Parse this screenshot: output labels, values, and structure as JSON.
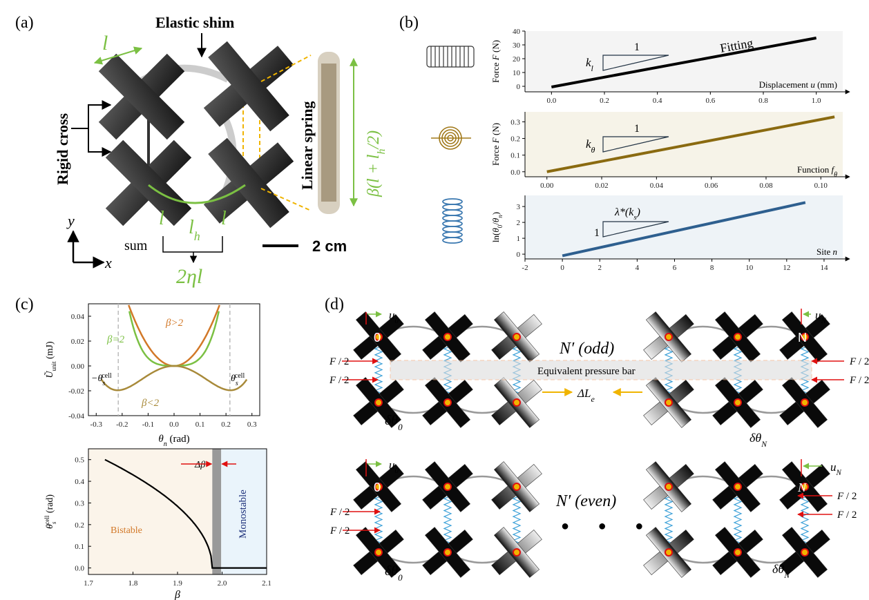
{
  "panels": {
    "a": {
      "label": "(a)",
      "elastic_shim": "Elastic shim",
      "rigid_cross": "Rigid cross",
      "linear_spring": "Linear spring",
      "l_top": "l",
      "l_left": "l",
      "l_right": "l",
      "l_h": "l",
      "l_h_sub": "h",
      "sum": "sum",
      "two_eta_l": "2ηl",
      "beta_label": "β(l + l",
      "beta_sub": "h",
      "beta_tail": "/2)",
      "scale": "2 cm",
      "axis_x": "x",
      "axis_y": "y"
    },
    "b": {
      "label": "(b)"
    },
    "c": {
      "label": "(c)"
    },
    "d": {
      "label": "(d)",
      "odd": "N′ (odd)",
      "even": "N′ (even)",
      "equivalent_bar": "Equivalent pressure bar",
      "delta_L": "ΔL",
      "delta_L_sub": "e",
      "force_half": "F / 2",
      "u0": "u",
      "u0_sub": "0",
      "uN": "u",
      "uN_sub": "N",
      "dtheta0": "δθ",
      "dtheta0_sub": "0",
      "dthetaN": "δθ",
      "dthetaN_sub": "N",
      "site0": "0",
      "siteN": "N",
      "dots": "● ● ●"
    }
  },
  "colors": {
    "black_line": "#000000",
    "brown_line": "#8a6a10",
    "blue_line": "#2e5f8f",
    "green": "#7bc043",
    "orange": "#d27828",
    "olive": "#a88a3a",
    "red": "#e01010",
    "cyan": "#3ba0d8",
    "yellow_dash": "#f0b400"
  },
  "chart_data": [
    {
      "type": "line",
      "xlabel": "Displacement u (mm)",
      "ylabel": "Force F (N)",
      "xlim": [
        -0.1,
        1.1
      ],
      "ylim": [
        -4,
        40
      ],
      "xticks": [
        "0.0",
        "0.2",
        "0.4",
        "0.6",
        "0.8",
        "1.0"
      ],
      "yticks": [
        "0",
        "10",
        "20",
        "30",
        "40"
      ],
      "series": [
        {
          "name": "Fitting",
          "x": [
            0,
            1.0
          ],
          "y": [
            -0.5,
            35
          ],
          "color": "#000000"
        }
      ],
      "annotation": {
        "slope_label": "k",
        "slope_sub": "l",
        "run_label": "1"
      }
    },
    {
      "type": "line",
      "xlabel": "Function f",
      "xlabel_sub": "θ",
      "ylabel": "Force F (N)",
      "xlim": [
        -0.008,
        0.108
      ],
      "ylim": [
        -0.03,
        0.36
      ],
      "xticks": [
        "0.00",
        "0.02",
        "0.04",
        "0.06",
        "0.08",
        "0.10"
      ],
      "yticks": [
        "0.0",
        "0.1",
        "0.2",
        "0.3"
      ],
      "series": [
        {
          "x": [
            0,
            0.105
          ],
          "y": [
            0,
            0.33
          ],
          "color": "#8a6a10"
        }
      ],
      "annotation": {
        "slope_label": "k",
        "slope_sub": "θ",
        "run_label": "1"
      }
    },
    {
      "type": "line",
      "xlabel": "Site n",
      "ylabel": "ln(θ₀/θₙ)",
      "xlim": [
        -2,
        15
      ],
      "ylim": [
        -0.3,
        3.7
      ],
      "xticks": [
        "-2",
        "0",
        "2",
        "4",
        "6",
        "8",
        "10",
        "12",
        "14"
      ],
      "yticks": [
        "0",
        "1",
        "2",
        "3"
      ],
      "series": [
        {
          "x": [
            0,
            13
          ],
          "y": [
            -0.1,
            3.25
          ],
          "color": "#2e5f8f"
        }
      ],
      "annotation": {
        "slope_label": "λ*(k",
        "slope_tail": "s)",
        "rise_label": "1"
      }
    },
    {
      "type": "line",
      "xlabel": "θ",
      "xlabel_sub": "n",
      "xlabel_unit": "(rad)",
      "ylabel": "Ũ (mJ)",
      "ylabel_sub": "unit",
      "xlim": [
        -0.33,
        0.33
      ],
      "ylim": [
        -0.04,
        0.05
      ],
      "xticks": [
        "-0.3",
        "-0.2",
        "-0.1",
        "0.0",
        "0.1",
        "0.2",
        "0.3"
      ],
      "yticks": [
        "0.04",
        "0.02",
        "0.00",
        "-0.02",
        "-0.04"
      ],
      "series": [
        {
          "name": "β>2",
          "color": "#d27828",
          "k": 1.6,
          "q": 0
        },
        {
          "name": "β=2",
          "color": "#7bc043",
          "k": 0,
          "q": 43
        },
        {
          "name": "β<2",
          "color": "#a88a3a",
          "k": -1.6,
          "q": 17
        }
      ],
      "theta_s_label": "θ",
      "theta_s_sup": "cell",
      "theta_s_sub": "s",
      "theta_s_value": 0.215
    },
    {
      "type": "line",
      "xlabel": "β",
      "ylabel": "θ",
      "ylabel_sup": "cell",
      "ylabel_sub": "s",
      "ylabel_unit": "(rad)",
      "xlim": [
        1.7,
        2.1
      ],
      "ylim": [
        -0.03,
        0.55
      ],
      "xticks": [
        "1.7",
        "1.8",
        "1.9",
        "2.0",
        "2.1"
      ],
      "yticks": [
        "0.0",
        "0.1",
        "0.2",
        "0.3",
        "0.4",
        "0.5"
      ],
      "regions": [
        "Bistable",
        "Monostable"
      ],
      "delta_beta": "Δβ",
      "gap": [
        1.978,
        1.998
      ],
      "series": [
        {
          "color": "#000000",
          "beta_c": 1.978,
          "beta_start": 1.737
        }
      ]
    }
  ]
}
